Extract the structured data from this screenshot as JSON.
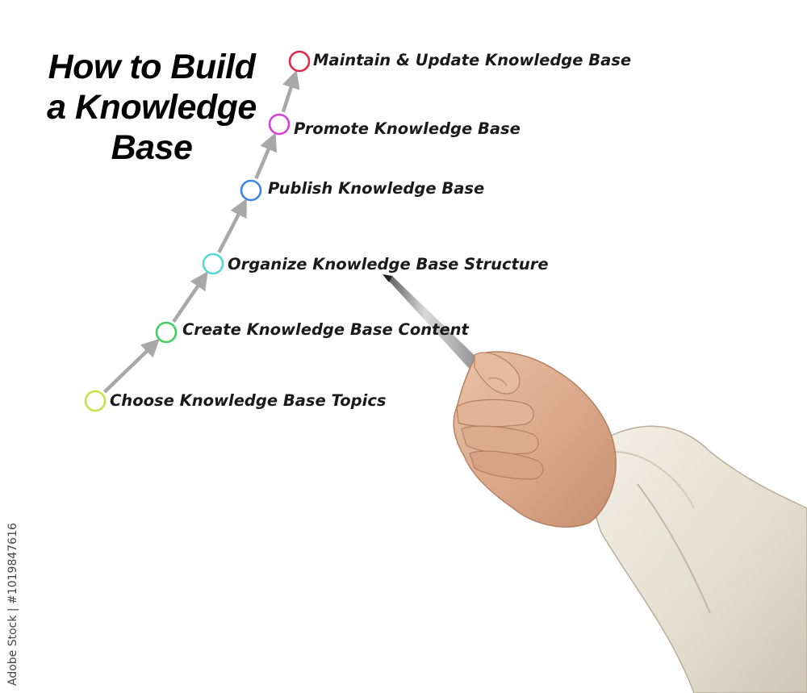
{
  "title": {
    "line1": "How to Build",
    "line2": "a Knowledge",
    "line3": "Base"
  },
  "steps": [
    {
      "label": "Choose Knowledge Base Topics",
      "color": "#c9e04a"
    },
    {
      "label": "Create Knowledge Base Content",
      "color": "#3fcf5a"
    },
    {
      "label": "Organize Knowledge Base Structure",
      "color": "#4fd8d6"
    },
    {
      "label": "Publish Knowledge Base",
      "color": "#3b86e6"
    },
    {
      "label": "Promote Knowledge Base",
      "color": "#d93fd6"
    },
    {
      "label": "Maintain & Update Knowledge Base",
      "color": "#e0284a"
    }
  ],
  "arrow_color": "#a8a8a8",
  "credit": "Adobe Stock | #1019847616"
}
